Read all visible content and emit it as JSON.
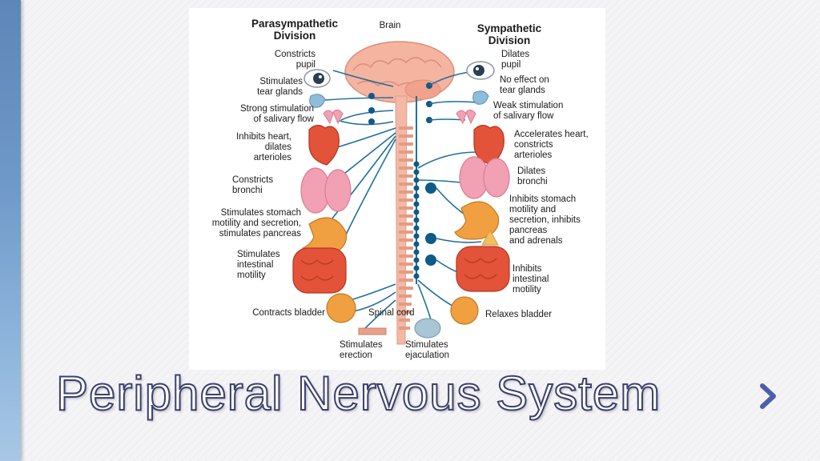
{
  "slide": {
    "title": "Peripheral Nervous System",
    "accent_color": "#4d5ea8",
    "icons": [
      "next-chevron-icon"
    ]
  },
  "figure": {
    "headings": {
      "parasympathetic": "Parasympathetic\nDivision",
      "brain": "Brain",
      "sympathetic": "Sympathetic\nDivision",
      "spinal_cord": "Spinal cord"
    },
    "parasympathetic_effects": [
      "Constricts\npupil",
      "Stimulates\ntear glands",
      "Strong stimulation\nof salivary flow",
      "Inhibits heart,\ndilates\narterioles",
      "Constricts\nbronchi",
      "Stimulates stomach\nmotility and secretion,\nstimulates pancreas",
      "Stimulates\nintestinal\nmotility",
      "Contracts bladder",
      "Stimulates\nerection"
    ],
    "sympathetic_effects": [
      "Dilates\npupil",
      "No effect on\ntear glands",
      "Weak stimulation\nof salivary flow",
      "Accelerates heart,\nconstricts\narterioles",
      "Dilates\nbronchi",
      "Inhibits stomach\nmotility and\nsecretion, inhibits\npancreas\nand adrenals",
      "Inhibits\nintestinal\nmotility",
      "Relaxes bladder",
      "Stimulates\nejaculation"
    ],
    "colors": {
      "nerve": "#1f6f9e",
      "ganglion": "#0f5a86",
      "brain": "#f4b4a0",
      "spine": "#f3b9a6",
      "organ_red": "#e2533a",
      "organ_pink": "#f2a0b4",
      "organ_orange": "#f0a040",
      "eye": "#cfd8e0"
    }
  }
}
